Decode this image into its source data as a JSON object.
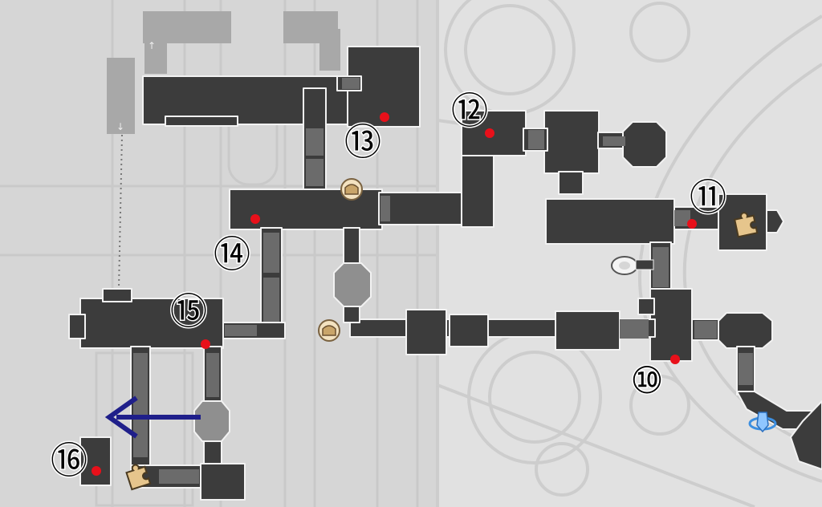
{
  "map": {
    "colors": {
      "background": "#d6d6d6",
      "background_right": "#e1e1e1",
      "room": "#3c3c3c",
      "room_outline": "#f2f2f2",
      "stairs": "#6b6b6b",
      "faded_room": "#a8a8a8",
      "marker": "#e8101a",
      "arrow": "#1f1f8a",
      "label_stroke": "#000000",
      "label_fill": "#ffffff",
      "chest_icon": "#e6c58c",
      "teleport_icon": "#3d8fe0"
    },
    "markers": [
      {
        "id": "10",
        "label": "⑩"
      },
      {
        "id": "11",
        "label": "⑪"
      },
      {
        "id": "12",
        "label": "⑫"
      },
      {
        "id": "13",
        "label": "⑬"
      },
      {
        "id": "14",
        "label": "⑭"
      },
      {
        "id": "15",
        "label": "⑮"
      },
      {
        "id": "16",
        "label": "⑯"
      }
    ],
    "icons": {
      "puzzle": "puzzle-piece-icon",
      "treasure": "treasure-chest-icon",
      "teleport": "space-anchor-icon",
      "arrow": "exit-direction-arrow-icon",
      "stairs_up": "stairs-up-icon",
      "stairs_down": "stairs-down-icon"
    }
  }
}
